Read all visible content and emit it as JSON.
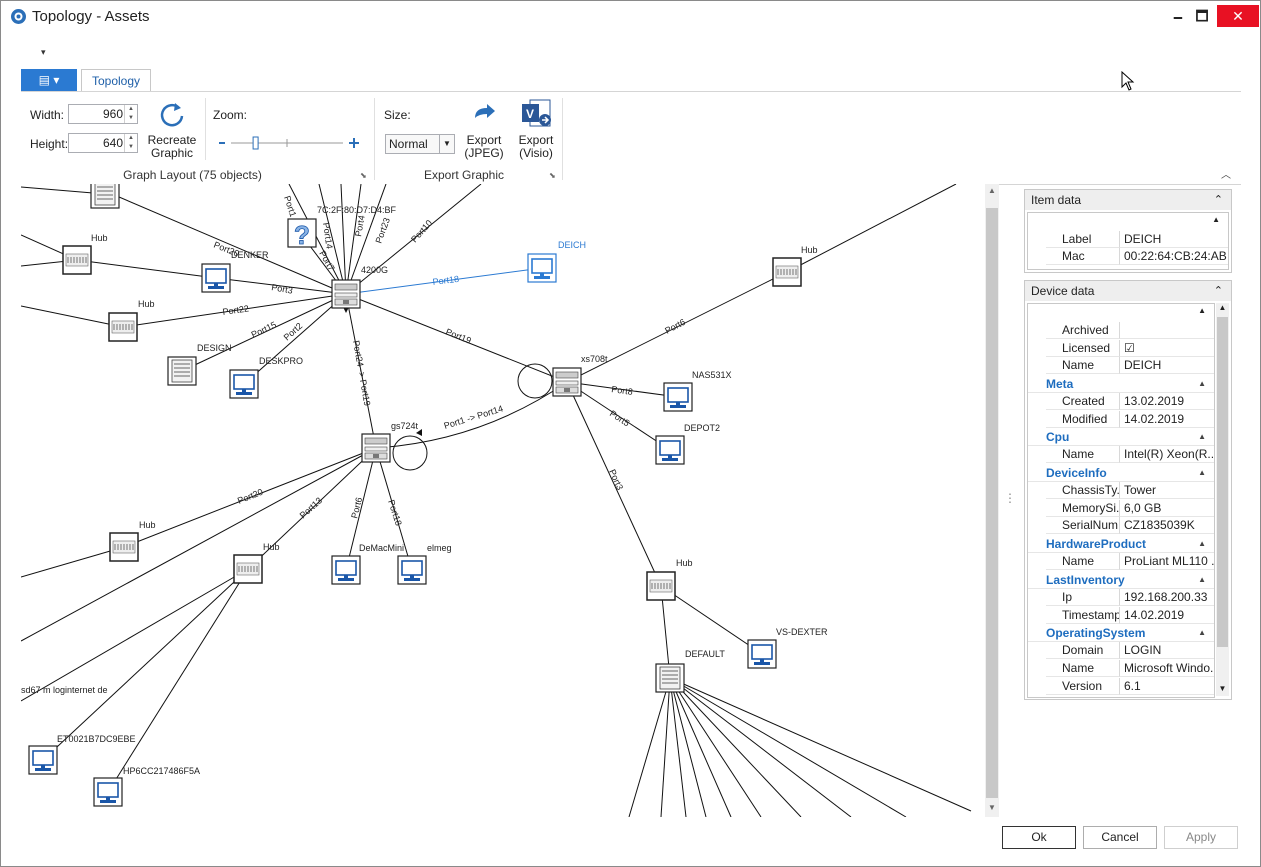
{
  "window": {
    "title": "Topology - Assets",
    "minimize": "🗕",
    "maximize": "🗖",
    "close": "✕"
  },
  "ribbon": {
    "qat": "▾",
    "file_button": "▤ ▾",
    "tab": "Topology",
    "width_label": "Width:",
    "width_value": "960",
    "height_label": "Height:",
    "height_value": "640",
    "recreate_label": "Recreate\nGraphic",
    "zoom_label": "Zoom:",
    "zoom_level": 0.22,
    "graph_group": "Graph Layout (75 objects)",
    "size_label": "Size:",
    "size_value": "Normal",
    "export_jpeg": "Export\n(JPEG)",
    "export_visio": "Export\n(Visio)",
    "export_group": "Export Graphic"
  },
  "graph": {
    "labels": {
      "port1": "Port1",
      "port14": "Port14",
      "port7": "Port7",
      "port4": "Port4",
      "port23": "Port23",
      "port10": "Port10",
      "mac": "7C:2F:80:D7:D4:BF",
      "port20a": "Port20",
      "hub1": "Hub",
      "denker": "DENKER",
      "port3a": "Port3",
      "port22": "Port22",
      "hub2": "Hub",
      "port15": "Port15",
      "port2": "Port2",
      "design": "DESIGN",
      "deskpro": "DESKPRO",
      "g4200": "4200G",
      "port18": "Port18",
      "deich": "DEICH",
      "port19a": "Port19",
      "port24": "Port24 -> Port19",
      "port6a": "Port6",
      "hub3": "Hub",
      "xs708t": "xs708t",
      "port8": "Port8",
      "nas": "NAS531X",
      "port5": "Port5",
      "depot2": "DEPOT2",
      "gs724t": "gs724t",
      "port1_14": "Port1 -> Port14",
      "port20b": "Port20",
      "port13": "Port13",
      "port6b": "Port6",
      "port18b": "Port18",
      "port3b": "Port3",
      "hub4": "Hub",
      "hub5": "Hub",
      "demacmini": "DeMacMini",
      "elmeg": "elmeg",
      "hub6": "Hub",
      "vsdexter": "VS-DEXTER",
      "default": "DEFAULT",
      "sd67": "sd67 m loginternet de",
      "et00": "ET0021B7DC9EBE",
      "hp6": "HP6CC217486F5A"
    }
  },
  "item_panel": {
    "title": "Item data",
    "rows": [
      {
        "k": "Label",
        "v": "DEICH"
      },
      {
        "k": "Mac",
        "v": "00:22:64:CB:24:AB"
      }
    ]
  },
  "device_panel": {
    "title": "Device data",
    "top_rows": [
      {
        "k": "Archived",
        "v": ""
      },
      {
        "k": "Licensed",
        "v": "☑"
      },
      {
        "k": "Name",
        "v": "DEICH"
      }
    ],
    "cat_meta": "Meta",
    "meta_rows": [
      {
        "k": "Created",
        "v": "13.02.2019"
      },
      {
        "k": "Modified",
        "v": "14.02.2019"
      }
    ],
    "cat_cpu": "Cpu",
    "cpu_rows": [
      {
        "k": "Name",
        "v": "Intel(R) Xeon(R..."
      }
    ],
    "cat_device": "DeviceInfo",
    "device_rows": [
      {
        "k": "ChassisTy...",
        "v": "Tower"
      },
      {
        "k": "MemorySi...",
        "v": "6,0 GB"
      },
      {
        "k": "SerialNum...",
        "v": "CZ1835039K"
      }
    ],
    "cat_hw": "HardwareProduct",
    "hw_rows": [
      {
        "k": "Name",
        "v": "ProLiant ML110 ..."
      }
    ],
    "cat_inv": "LastInventory",
    "inv_rows": [
      {
        "k": "Ip",
        "v": "192.168.200.33"
      },
      {
        "k": "Timestamp",
        "v": "14.02.2019"
      }
    ],
    "cat_os": "OperatingSystem",
    "os_rows": [
      {
        "k": "Domain",
        "v": "LOGIN"
      },
      {
        "k": "Name",
        "v": "Microsoft Windo..."
      },
      {
        "k": "Version",
        "v": "6.1"
      }
    ]
  },
  "buttons": {
    "ok": "Ok",
    "cancel": "Cancel",
    "apply": "Apply"
  }
}
